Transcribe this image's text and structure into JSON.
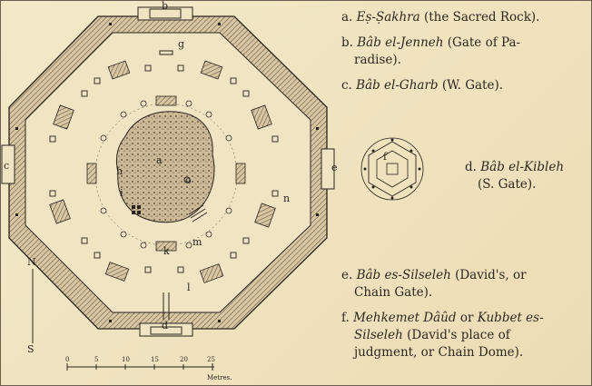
{
  "legend": {
    "a": {
      "letter": "a.",
      "name": "Eṣ-Ṣakhra",
      "desc": "(the Sacred Rock)."
    },
    "b": {
      "letter": "b.",
      "name": "Bâb el-Jenneh",
      "desc": "(Gate of Pa-",
      "desc2": "radise)."
    },
    "c": {
      "letter": "c.",
      "name": "Bâb el-Gharb",
      "desc": "(W. Gate)."
    },
    "d": {
      "letter": "d.",
      "name": "Bâb el-Kibleh",
      "desc": "(S. Gate)."
    },
    "e": {
      "letter": "e.",
      "name": "Bâb es-Silseleh",
      "desc": "(David's, or",
      "desc2": "Chain Gate)."
    },
    "f": {
      "letter": "f.",
      "name": "Mehkemet Dâûd",
      "desc": "or",
      "name2": "Kubbet es-",
      "name3": "Silseleh",
      "desc2": "(David's place of",
      "desc3": "judgment, or Chain Dome)."
    }
  },
  "plan_labels": {
    "a": "a",
    "b": "b",
    "c": "c",
    "d": "d",
    "e": "e",
    "f": "f",
    "g": "g",
    "h": "h",
    "i": "i",
    "k": "k",
    "l": "l",
    "m": "m",
    "n": "n",
    "o": "o",
    "north": "N",
    "south": "S"
  },
  "scale": {
    "ticks": [
      "0",
      "5",
      "10",
      "15",
      "20",
      "25"
    ],
    "unit": "Metres."
  },
  "colors": {
    "ink": "#2a2420",
    "hatch": "#6b5b4c",
    "paper": "#f1e6c4"
  }
}
